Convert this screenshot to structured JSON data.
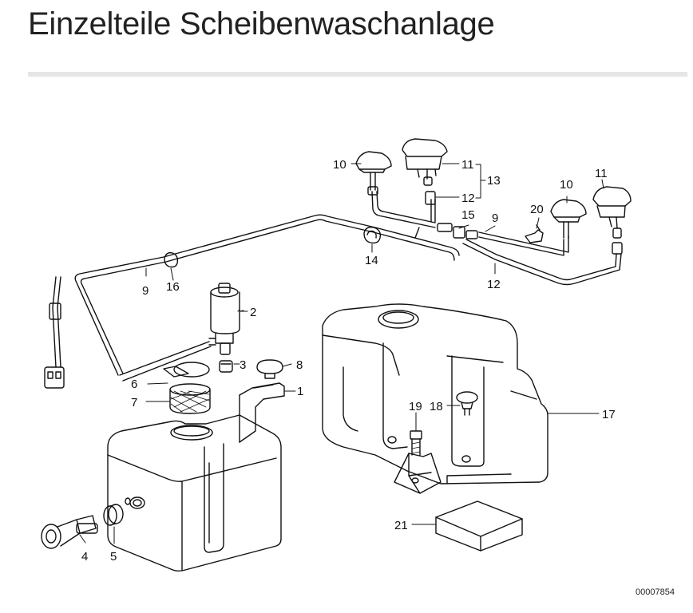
{
  "title": "Einzelteile Scheibenwaschanlage",
  "callouts": [
    {
      "id": "c1",
      "label": "1"
    },
    {
      "id": "c2",
      "label": "2"
    },
    {
      "id": "c3",
      "label": "3"
    },
    {
      "id": "c4",
      "label": "4"
    },
    {
      "id": "c5",
      "label": "5"
    },
    {
      "id": "c6",
      "label": "6"
    },
    {
      "id": "c7",
      "label": "7"
    },
    {
      "id": "c8",
      "label": "8"
    },
    {
      "id": "c9a",
      "label": "9"
    },
    {
      "id": "c9b",
      "label": "9"
    },
    {
      "id": "c10a",
      "label": "10"
    },
    {
      "id": "c10b",
      "label": "10"
    },
    {
      "id": "c11a",
      "label": "11"
    },
    {
      "id": "c11b",
      "label": "11"
    },
    {
      "id": "c12a",
      "label": "12"
    },
    {
      "id": "c12b",
      "label": "12"
    },
    {
      "id": "c13",
      "label": "13"
    },
    {
      "id": "c14",
      "label": "14"
    },
    {
      "id": "c15",
      "label": "15"
    },
    {
      "id": "c16",
      "label": "16"
    },
    {
      "id": "c17",
      "label": "17"
    },
    {
      "id": "c18",
      "label": "18"
    },
    {
      "id": "c19",
      "label": "19"
    },
    {
      "id": "c20",
      "label": "20"
    },
    {
      "id": "c21",
      "label": "21"
    }
  ],
  "diagram_ref": "00007854"
}
